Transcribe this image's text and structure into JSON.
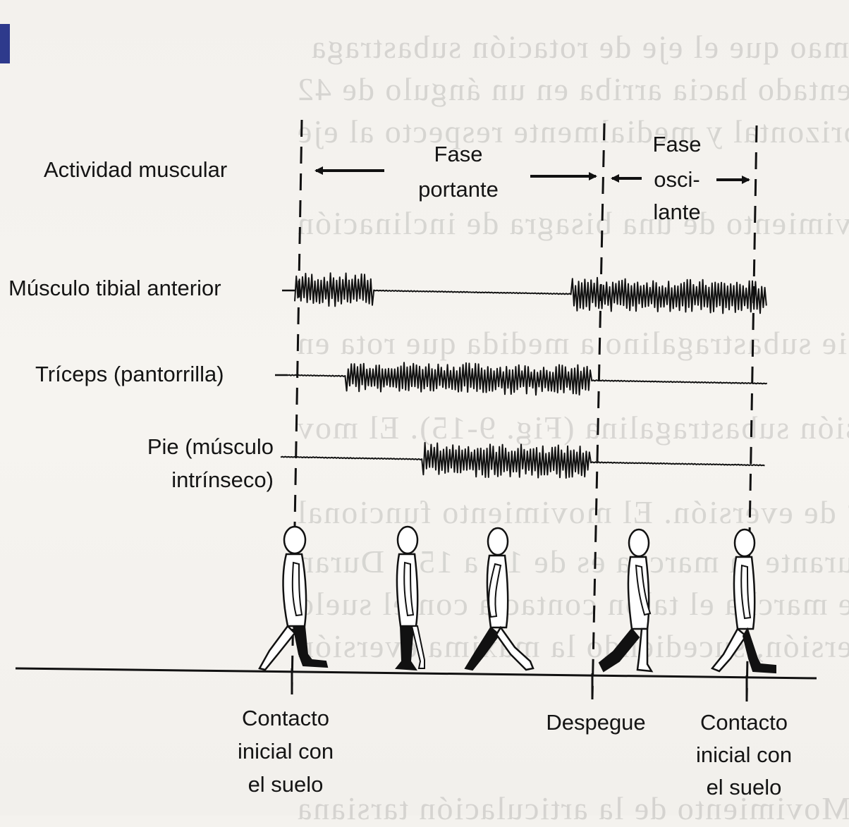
{
  "accent_color": "#2e3a8c",
  "labels": {
    "actividad": "Actividad muscular",
    "fase_portante_1": "Fase",
    "fase_portante_2": "portante",
    "fase_osci_1": "Fase",
    "fase_osci_2": "osci-",
    "fase_osci_3": "lante",
    "tibial": "Músculo tibial anterior",
    "triceps": "Tríceps (pantorrilla)",
    "pie_1": "Pie (músculo",
    "pie_2": "intrínseco)",
    "contacto1_1": "Contacto",
    "contacto1_2": "inicial con",
    "contacto1_3": "el suelo",
    "despegue": "Despegue",
    "contacto2_1": "Contacto",
    "contacto2_2": "inicial con",
    "contacto2_3": "el suelo"
  }
}
